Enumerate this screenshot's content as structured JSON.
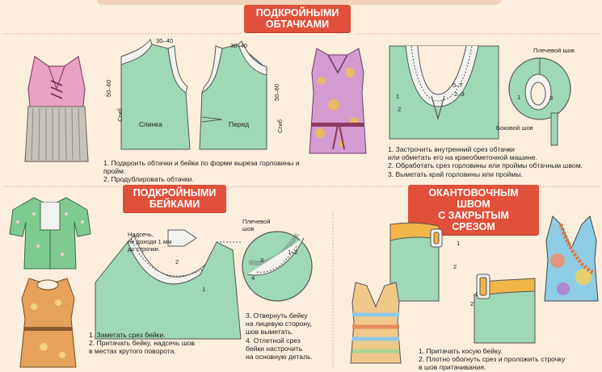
{
  "sections": {
    "facings": {
      "title_line1": "ПОДКРОЙНЫМИ",
      "title_line2": "ОБТАЧКАМИ",
      "dim_shoulder_back": "30–40",
      "dim_shoulder_front": "30–40",
      "dim_side_back": "50–60",
      "dim_side_front": "50–60",
      "fold_back": "Сгиб",
      "fold_front": "Сгиб",
      "label_back": "Спинка",
      "label_front": "Перед",
      "steps_left": [
        "1. Подкроить обтачки и бейки по форме выреза горловины и пройм.",
        "2. Продублировать обтачки."
      ],
      "callout_shoulder": "Плечевой шов",
      "callout_side": "Боковой шов",
      "num_1": "1",
      "num_2": "2",
      "num_3": "3",
      "num_57": "5–7",
      "num_23": "2–3",
      "steps_right": [
        "1. Застрочить внутренний срез обтачки",
        "или обметать его на краеобметочной машине.",
        "2. Обработать срез горловины или проймы обтачным швом.",
        "3. Выметать край горловины или проймы."
      ]
    },
    "bias": {
      "title_line1": "ПОДКРОЙНЫМИ",
      "title_line2": "БЕЙКАМИ",
      "notch_note": [
        "Надсечь,",
        "не доходя 1 мм",
        "до строчки."
      ],
      "num_1": "1",
      "num_2": "2",
      "num_3": "3",
      "num_4": "4",
      "num_12": "1–2",
      "callout_shoulder": [
        "Плечевой",
        "шов"
      ],
      "steps_left": [
        "1.  Заметать срез бейки.",
        "2. Притачать бейку, надсечь шов",
        "в местах крутого поворота."
      ],
      "steps_right": [
        "3. Отвернуть бейку",
        "на лицевую сторону,",
        "шов выметать.",
        "4. Отлетной срез",
        "бейки настрочить",
        "на основную деталь."
      ]
    },
    "binding": {
      "title_line1": "ОКАНТОВОЧНЫМ ШВОМ",
      "title_line2": "С ЗАКРЫТЫМ СРЕЗОМ",
      "num_1a": "1",
      "num_2a": "2",
      "num_1b": "1",
      "num_2b": "2",
      "steps": [
        "1. Притачать косую бейку.",
        "2. Плотно обогнуть срез и проложить строчку",
        "в шов притачивания."
      ]
    }
  },
  "colors": {
    "background": "#fbeedd",
    "banner": "#e0503a",
    "fabric_green": "#9fd8b6",
    "facing_white": "#f2f2ee",
    "binding_orange": "#f1b548"
  }
}
